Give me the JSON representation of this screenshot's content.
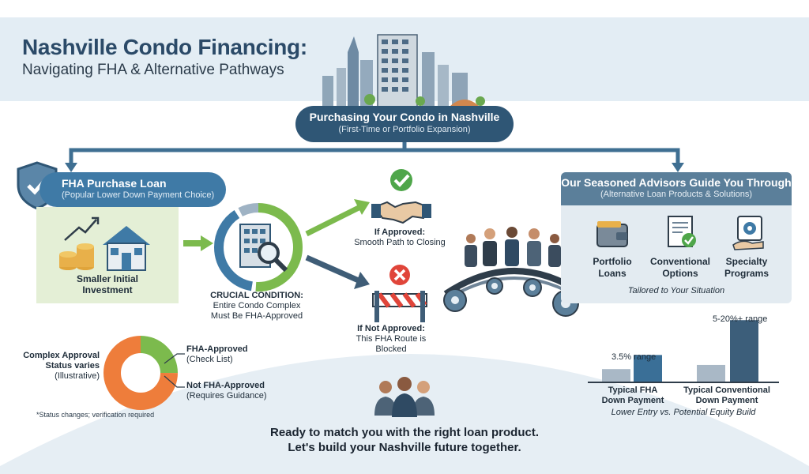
{
  "header": {
    "title": "Nashville Condo Financing:",
    "subtitle": "Navigating FHA & Alternative Pathways"
  },
  "start": {
    "title": "Purchasing Your Condo in Nashville",
    "subtitle": "(First-Time or Portfolio Expansion)"
  },
  "fha": {
    "title": "FHA Purchase Loan",
    "subtitle": "(Popular Lower Down Payment Choice)",
    "benefit": [
      "Smaller Initial",
      "Investment"
    ]
  },
  "condition": {
    "label": "CRUCIAL CONDITION:",
    "text": [
      "Entire Condo Complex",
      "Must Be FHA-Approved"
    ]
  },
  "approved": {
    "label": "If Approved:",
    "text": "Smooth Path to Closing"
  },
  "not_approved": {
    "label": "If Not Approved:",
    "text": [
      "This FHA Route is",
      "Blocked"
    ]
  },
  "advisors": {
    "title": "Our Seasoned Advisors Guide You Through",
    "subtitle": "(Alternative Loan Products & Solutions)",
    "options": [
      {
        "label": [
          "Portfolio",
          "Loans"
        ],
        "icon": "wallet-icon"
      },
      {
        "label": [
          "Conventional",
          "Options"
        ],
        "icon": "document-check-icon"
      },
      {
        "label": [
          "Specialty",
          "Programs"
        ],
        "icon": "gear-hand-icon"
      }
    ],
    "tailored": "Tailored to Your Situation"
  },
  "approval_status": {
    "label": [
      "Complex Approval",
      "Status varies"
    ],
    "label_note": "(Illustrative)",
    "legend": [
      {
        "label": "FHA-Approved",
        "note": "(Check List)",
        "color": "#7cba4d"
      },
      {
        "label": "Not FHA-Approved",
        "note": "(Requires Guidance)",
        "color": "#ee7d3b"
      }
    ],
    "footnote": "*Status changes; verification required"
  },
  "chart_data": [
    {
      "type": "pie",
      "title": "",
      "categories": [
        "FHA-Approved",
        "Not FHA-Approved"
      ],
      "values": [
        25,
        75
      ],
      "colors": [
        "#7cba4d",
        "#ee7d3b"
      ],
      "donut": true
    },
    {
      "type": "bar",
      "categories": [
        "Typical FHA Down Payment",
        "Typical Conventional Down Payment"
      ],
      "series": [
        {
          "values": [
            16,
            21
          ]
        },
        {
          "values": [
            33,
            75
          ]
        }
      ],
      "colors": [
        "#a9b8c6",
        "#3a6f97",
        "#a9b8c6",
        "#3c5e7a"
      ],
      "annotations": [
        "3.5% range",
        "5-20%+ range"
      ],
      "note": "Lower Entry vs. Potential Equity Build"
    }
  ],
  "bars": {
    "small_label": "3.5% range",
    "big_label": "5-20%+ range",
    "cap1": [
      "Typical FHA",
      "Down Payment"
    ],
    "cap2": [
      "Typical Conventional",
      "Down Payment"
    ],
    "note": "Lower Entry vs. Potential Equity Build"
  },
  "cta": {
    "line1": "Ready to match you with the right loan product.",
    "line2": "Let's build your Nashville future together."
  },
  "colors": {
    "navy": "#2f5675",
    "blue": "#3f7aa6",
    "green": "#7cba4d",
    "orange": "#ee7d3b",
    "red": "#e0453a"
  }
}
